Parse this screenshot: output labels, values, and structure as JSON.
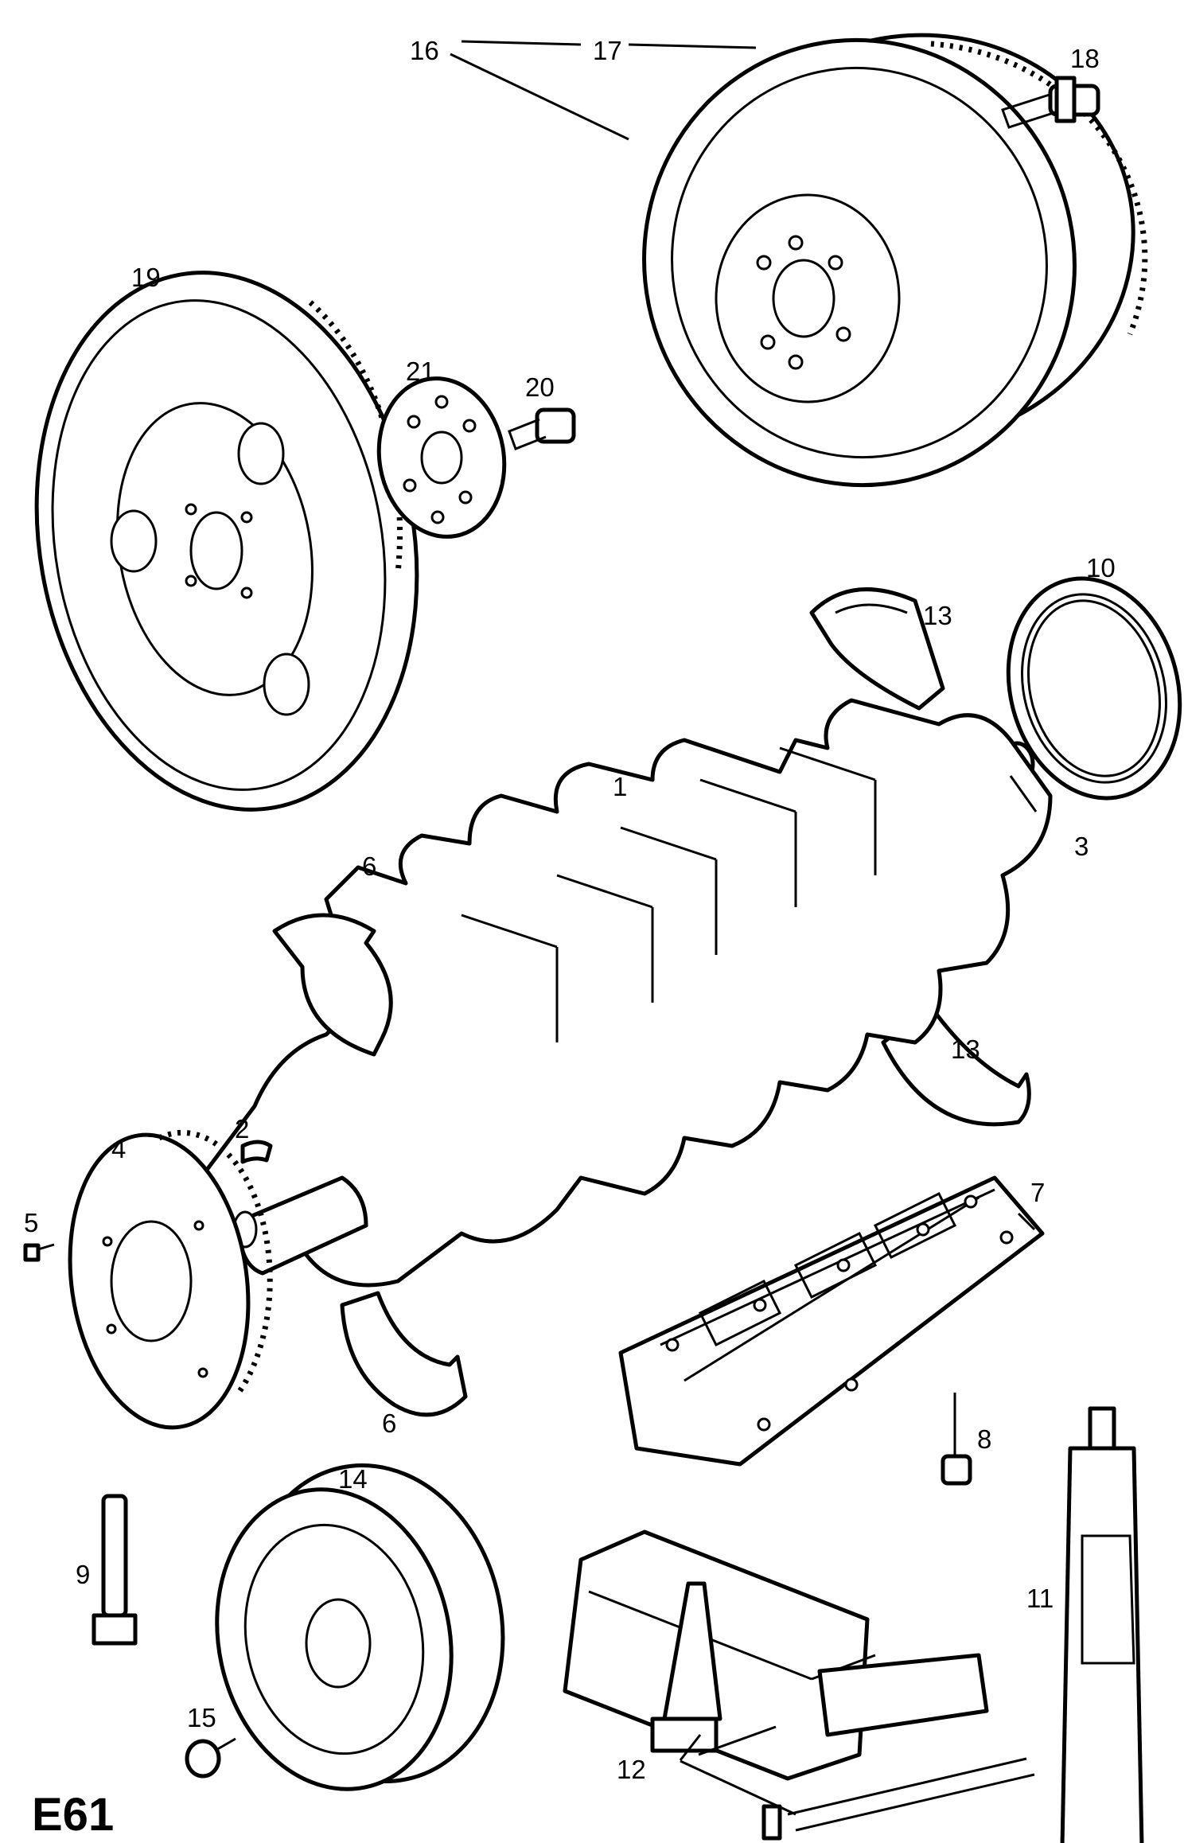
{
  "diagram_code": "E61",
  "callouts": {
    "1": "1",
    "2": "2",
    "3": "3",
    "4": "4",
    "5": "5",
    "6a": "6",
    "6b": "6",
    "7": "7",
    "8": "8",
    "9": "9",
    "10": "10",
    "11": "11",
    "12": "12",
    "13a": "13",
    "13b": "13",
    "14": "14",
    "15": "15",
    "16": "16",
    "17": "17",
    "18": "18",
    "19": "19",
    "20": "20",
    "21": "21"
  },
  "colors": {
    "line": "#000000",
    "background": "#ffffff"
  }
}
